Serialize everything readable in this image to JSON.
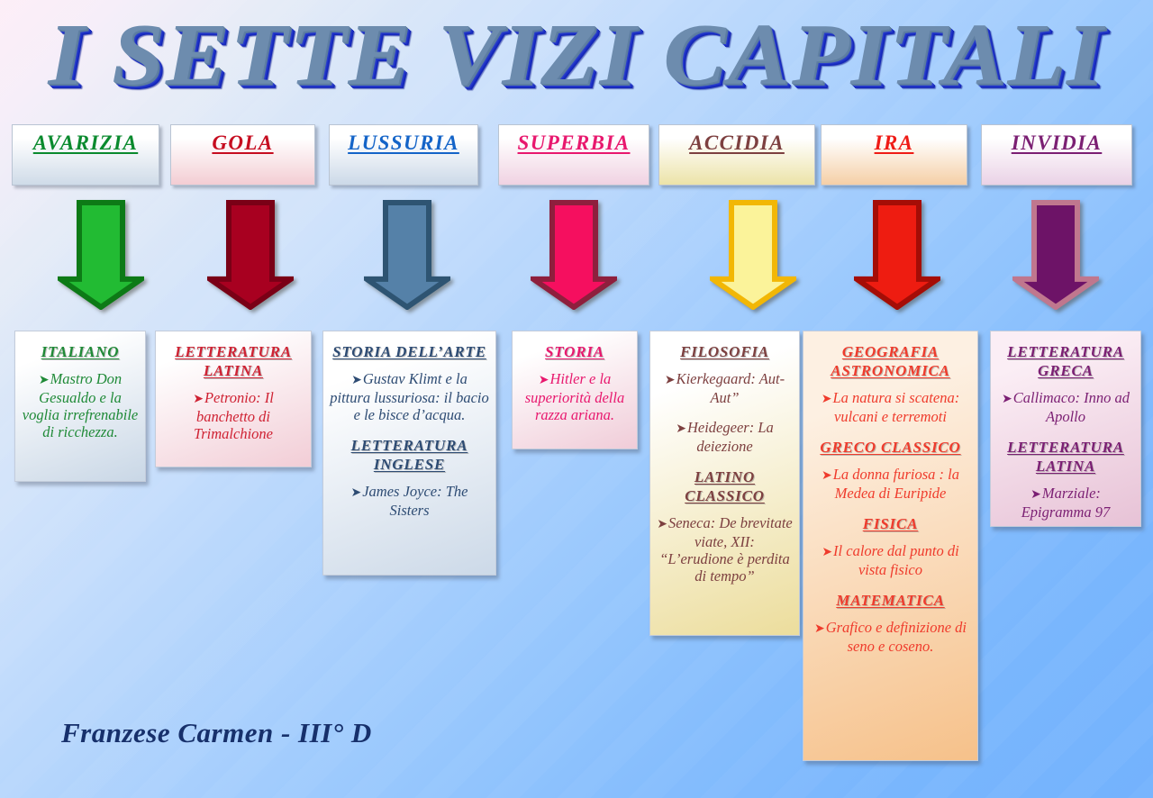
{
  "title": "I SETTE VIZI CAPITALI",
  "signature": "Franzese Carmen - III° D",
  "colors": {
    "background_top": "#fdeef7",
    "background_bottom": "#73b2fd",
    "title_text": "#6d8cae",
    "title_shadow": "#1426b8",
    "signature_text": "#17306b"
  },
  "columns": [
    {
      "vice": "AVARIZIA",
      "vice_color": "#0a8a2e",
      "chip_gradient_from": "#ffffff",
      "chip_gradient_to": "#cfdbe8",
      "arrow_fill": "#22bb33",
      "arrow_stroke": "#0d7a16",
      "card_gradient_from": "#ffffff",
      "card_gradient_to": "#c9d7e6",
      "text_color": "#1f8a37",
      "sections": [
        {
          "heading": "ITALIANO",
          "items": [
            "Mastro Don Gesualdo e la voglia irrefrenabile di ricchezza."
          ]
        }
      ]
    },
    {
      "vice": "GOLA",
      "vice_color": "#c60d20",
      "chip_gradient_from": "#ffffff",
      "chip_gradient_to": "#f3cdd3",
      "arrow_fill": "#a80020",
      "arrow_stroke": "#7a0016",
      "card_gradient_from": "#ffffff",
      "card_gradient_to": "#f2cdd6",
      "text_color": "#cf2233",
      "sections": [
        {
          "heading": "LETTERATURA LATINA",
          "items": [
            "Petronio: Il banchetto di Trimalchione"
          ]
        }
      ]
    },
    {
      "vice": "LUSSURIA",
      "vice_color": "#1464c8",
      "chip_gradient_from": "#ffffff",
      "chip_gradient_to": "#ccd9e8",
      "arrow_fill": "#5581a8",
      "arrow_stroke": "#2e5472",
      "card_gradient_from": "#ffffff",
      "card_gradient_to": "#ccd9e8",
      "text_color": "#2d4b73",
      "sections": [
        {
          "heading": "STORIA DELL’ARTE",
          "items": [
            "Gustav Klimt e la pittura lussuriosa: il bacio e le bisce d’acqua."
          ]
        },
        {
          "heading": "LETTERATURA INGLESE",
          "items": [
            "James Joyce:     The Sisters"
          ]
        }
      ]
    },
    {
      "vice": "SUPERBIA",
      "vice_color": "#e8186e",
      "chip_gradient_from": "#ffffff",
      "chip_gradient_to": "#f0d2e2",
      "arrow_fill": "#f50f5f",
      "arrow_stroke": "#8e1f3d",
      "card_gradient_from": "#ffffff",
      "card_gradient_to": "#f0ccd8",
      "text_color": "#e8186e",
      "sections": [
        {
          "heading": "STORIA",
          "items": [
            "Hitler e la superiorità della razza ariana."
          ]
        }
      ]
    },
    {
      "vice": "ACCIDIA",
      "vice_color": "#7d4040",
      "chip_gradient_from": "#ffffff",
      "chip_gradient_to": "#ece3a8",
      "arrow_fill": "#fbf39a",
      "arrow_stroke": "#f2b705",
      "card_gradient_from": "#ffffff",
      "card_gradient_to": "#ecdd9c",
      "text_color": "#7d4040",
      "sections": [
        {
          "heading": "FILOSOFIA",
          "items": [
            "Kierkegaard: Aut-Aut”",
            "Heidegeer:  La deiezione"
          ]
        },
        {
          "heading": "LATINO CLASSICO",
          "items": [
            "Seneca: De brevitate viate, XII: “L’erudione è perdita di tempo”"
          ]
        }
      ]
    },
    {
      "vice": "IRA",
      "vice_color": "#ef1b16",
      "chip_gradient_from": "#ffffff",
      "chip_gradient_to": "#f5cfa6",
      "arrow_fill": "#ee1c11",
      "arrow_stroke": "#a50d06",
      "card_gradient_from": "#fdf0e2",
      "card_gradient_to": "#f6c18a",
      "text_color": "#ef3b2c",
      "sections": [
        {
          "heading": "GEOGRAFIA ASTRONOMICA",
          "items": [
            "La natura si scatena: vulcani e terremoti"
          ]
        },
        {
          "heading": "GRECO CLASSICO",
          "items": [
            "La donna furiosa : la Medea di Euripide"
          ]
        },
        {
          "heading": "FISICA",
          "items": [
            "Il calore dal punto di vista fisico"
          ]
        },
        {
          "heading": "MATEMATICA",
          "items": [
            "Grafico e definizione di seno e coseno."
          ]
        }
      ]
    },
    {
      "vice": "INVIDIA",
      "vice_color": "#7b1f73",
      "chip_gradient_from": "#ffffff",
      "chip_gradient_to": "#ead2e6",
      "arrow_fill": "#6d1367",
      "arrow_stroke": "#c0778e",
      "card_gradient_from": "#fbeef5",
      "card_gradient_to": "#e7c2d6",
      "text_color": "#7b1f73",
      "sections": [
        {
          "heading": "LETTERATURA GRECA",
          "items": [
            "Callimaco: Inno ad Apollo"
          ]
        },
        {
          "heading": "LETTERATURA LATINA",
          "items": [
            "Marziale: Epigramma 97"
          ]
        }
      ]
    }
  ]
}
